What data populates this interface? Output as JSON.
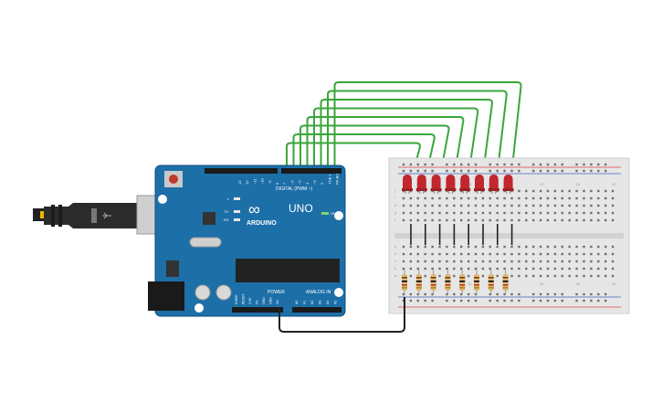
{
  "board": {
    "brand": "ARDUINO",
    "model": "UNO",
    "digital_label": "DIGITAL (PWM ~)",
    "power_label": "POWER",
    "analog_label": "ANALOG IN",
    "on_label": "ON",
    "l_label": "L",
    "tx_label": "TX",
    "rx_label": "RX",
    "aref_label": "AREF",
    "gnd_label": "GND",
    "digital_pins": [
      "13",
      "12",
      "~11",
      "~10",
      "~9",
      "8",
      "7",
      "~6",
      "~5",
      "4",
      "~3",
      "2",
      "TX►1",
      "RX◄0"
    ],
    "power_pins": [
      "IOREF",
      "RESET",
      "3.3V",
      "5V",
      "GND",
      "GND",
      "Vin"
    ],
    "analog_pins": [
      "A0",
      "A1",
      "A2",
      "A3",
      "A4",
      "A5"
    ]
  },
  "breadboard": {
    "row_labels_top": [
      "j",
      "i",
      "h",
      "g",
      "f"
    ],
    "row_labels_bottom": [
      "e",
      "d",
      "c",
      "b",
      "a"
    ],
    "column_numbers": [
      "1",
      "5",
      "10",
      "15",
      "20",
      "25",
      "30"
    ],
    "led_count": 8,
    "resistor_count": 8,
    "led_color": "#c1272d",
    "wire_color": "#3aa63a"
  },
  "colors": {
    "board": "#1d6fa8",
    "usb_plug": "#2b2b2b",
    "wire": "#3aa63a",
    "gnd_wire": "#222222"
  }
}
